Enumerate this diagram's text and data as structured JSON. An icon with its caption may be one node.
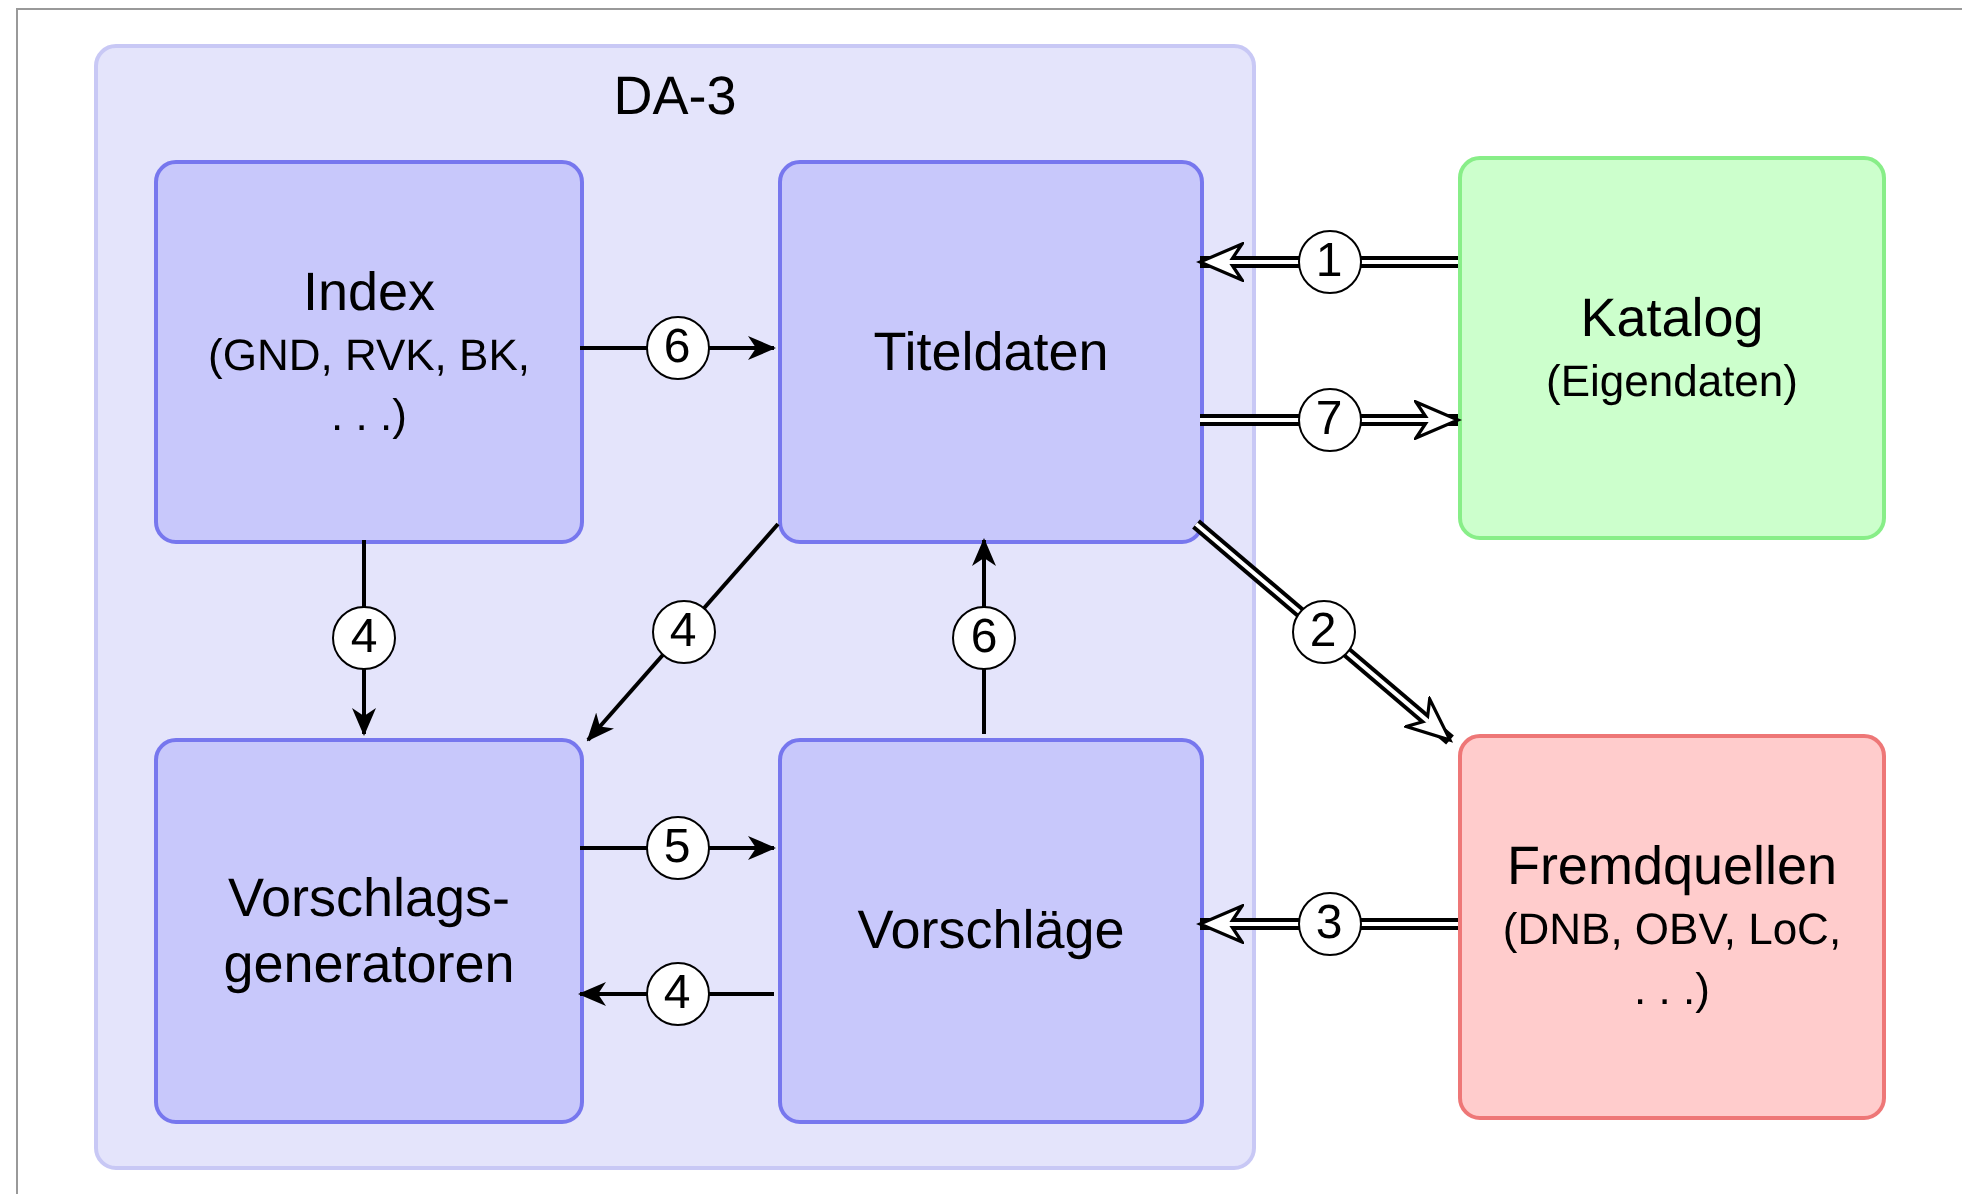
{
  "diagram": {
    "nodes": [
      {
        "text": [
          "DA-3"
        ]
      },
      {
        "text": [
          "Index",
          "(GND, RVK, BK, . . .)"
        ],
        "in": 0
      },
      {
        "text": [
          "Titeldaten"
        ],
        "in": 0
      },
      {
        "text": [
          "Katalog",
          "(Eigendaten)"
        ]
      },
      {
        "text": [
          "Vorschlags- generatoren"
        ],
        "in": 0
      },
      {
        "text": [
          "Vorschläge"
        ],
        "in": 0
      },
      {
        "text": [
          "Fremdquellen",
          "(DNB, OBV, LoC, . . .)"
        ]
      }
    ],
    "edges": [
      {
        "from": 3,
        "to": 2,
        "arrow": "to",
        "label": "1",
        "style": "thick"
      },
      {
        "from": 2,
        "to": 3,
        "arrow": "to",
        "label": "7",
        "style": "thick"
      },
      {
        "from": 2,
        "to": 6,
        "arrow": "to",
        "label": "2",
        "style": "thick"
      },
      {
        "from": 6,
        "to": 5,
        "arrow": "to",
        "label": "3",
        "style": "thick"
      },
      {
        "from": 1,
        "to": 2,
        "arrow": "to",
        "label": "6"
      },
      {
        "from": 1,
        "to": 4,
        "arrow": "to",
        "label": "4"
      },
      {
        "from": 2,
        "to": 4,
        "arrow": "to",
        "label": "4"
      },
      {
        "from": 4,
        "to": 5,
        "arrow": "to",
        "label": "5"
      },
      {
        "from": 5,
        "to": 2,
        "arrow": "to",
        "label": "6"
      },
      {
        "from": 5,
        "to": 4,
        "arrow": "to",
        "label": "4"
      }
    ]
  }
}
